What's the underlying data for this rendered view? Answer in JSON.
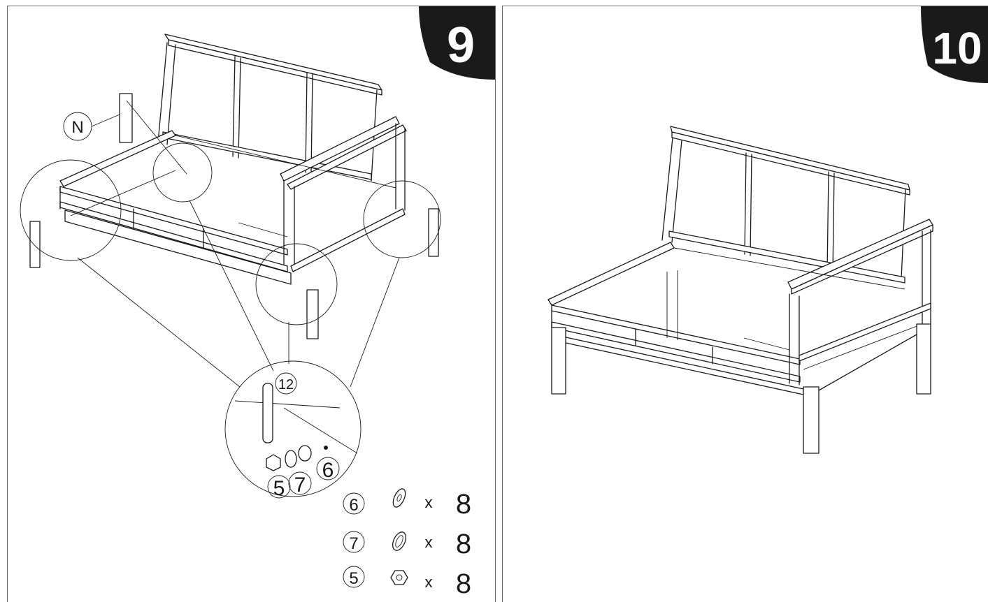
{
  "steps": [
    {
      "number": "9"
    },
    {
      "number": "10"
    }
  ],
  "step9": {
    "part_label": "N",
    "detail_callouts": {
      "bolt": "12",
      "nut": "5",
      "spring_washer": "7",
      "flat_washer": "6"
    },
    "hardware_list": [
      {
        "part": "6",
        "icon": "flat-washer-icon",
        "times": "x",
        "qty": "8"
      },
      {
        "part": "7",
        "icon": "spring-washer-icon",
        "times": "x",
        "qty": "8"
      },
      {
        "part": "5",
        "icon": "hex-nut-icon",
        "times": "x",
        "qty": "8"
      }
    ]
  },
  "colors": {
    "ink": "#1a1a1a",
    "badge": "#1a1a1a",
    "paper": "#ffffff"
  }
}
